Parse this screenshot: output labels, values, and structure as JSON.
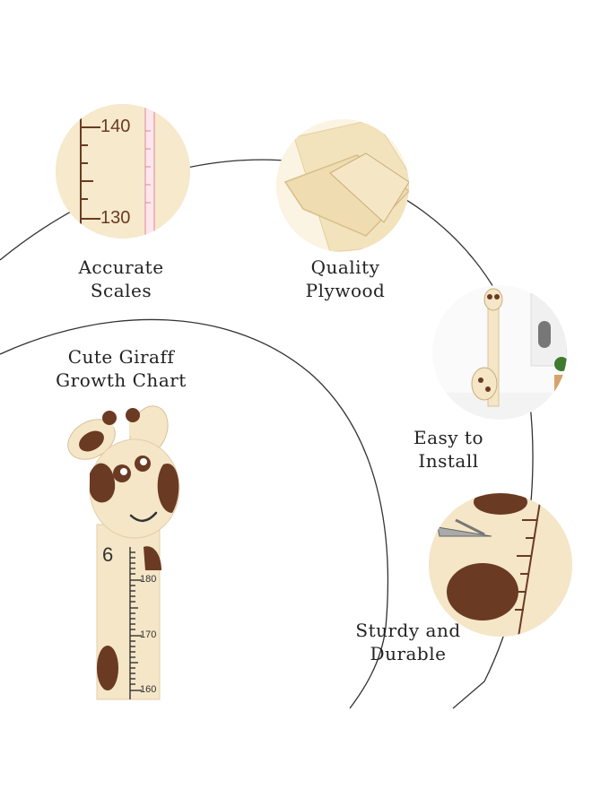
{
  "features": [
    {
      "line1": "Accurate",
      "line2": "Scales",
      "icon": "ruler-scale-closeup"
    },
    {
      "line1": "Quality",
      "line2": "Plywood",
      "icon": "plywood-sheets"
    },
    {
      "line1": "Easy to",
      "line2": "Install",
      "icon": "wall-installed-chart"
    },
    {
      "line1": "Sturdy and",
      "line2": "Durable",
      "icon": "scissors-on-wood"
    }
  ],
  "main": {
    "line1": "Cute Giraff",
    "line2": "Growth Chart"
  },
  "scale_closeup": {
    "top_mark": "140",
    "bottom_mark": "130"
  },
  "giraffe_chart": {
    "foot_mark": "6",
    "ticks": [
      "180",
      "170",
      "160"
    ]
  },
  "colors": {
    "wood": "#f4e6c7",
    "spot": "#6b3a23",
    "line": "#333333",
    "accent": "#d98aa0"
  }
}
